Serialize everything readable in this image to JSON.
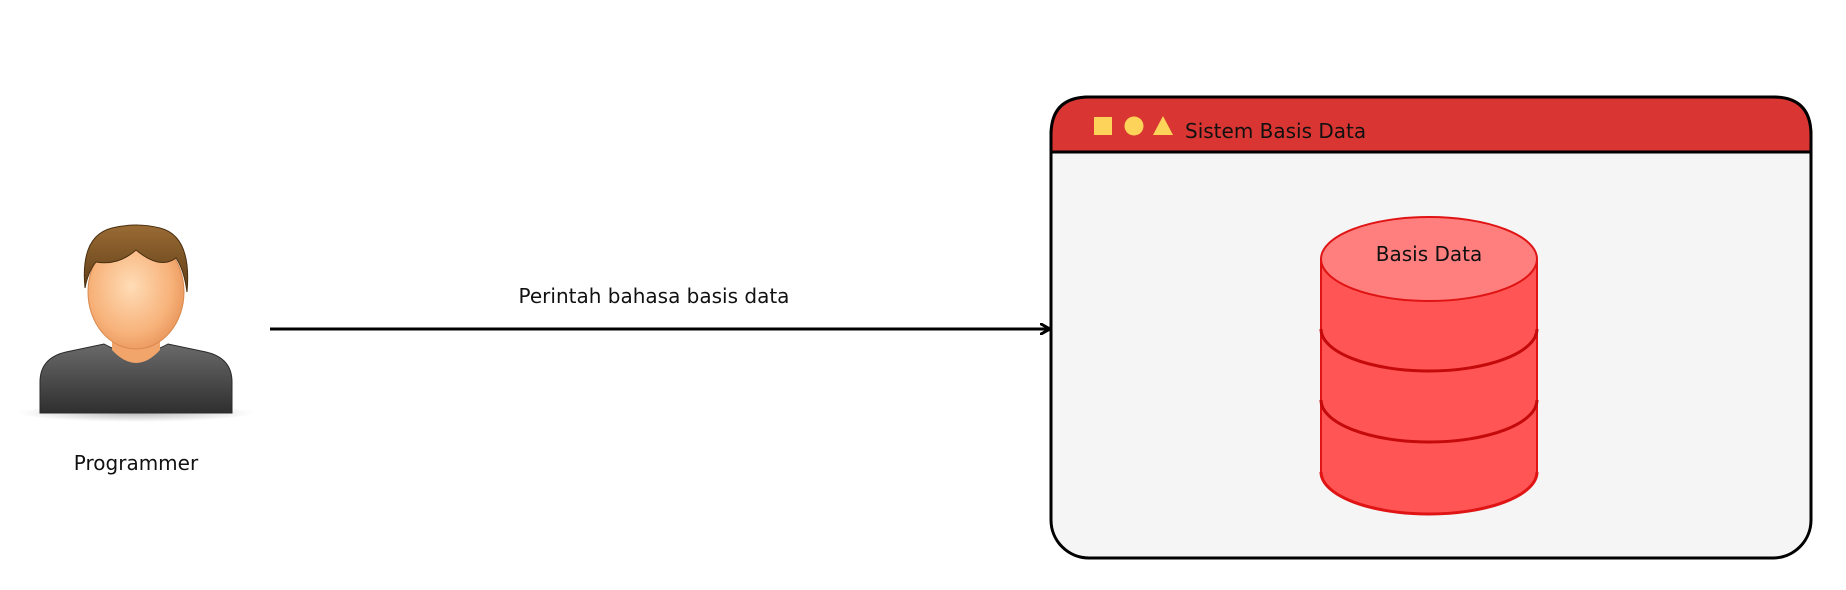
{
  "actor": {
    "label": "Programmer",
    "icon": "programmer-person-icon"
  },
  "connector": {
    "label": "Perintah bahasa basis data",
    "icon": "arrow-right-icon"
  },
  "system_window": {
    "title": "Sistem Basis Data",
    "title_icons": [
      "square-icon",
      "circle-icon",
      "triangle-icon"
    ],
    "title_bar_color": "#d93532",
    "body_color": "#f4f5f4",
    "icon_color": "#fdd35a"
  },
  "database": {
    "label": "Basis Data",
    "icon": "database-cylinder-icon",
    "top_color": "#ff7f7f",
    "side_color": "#ff5555",
    "edge_color": "#e01414"
  }
}
